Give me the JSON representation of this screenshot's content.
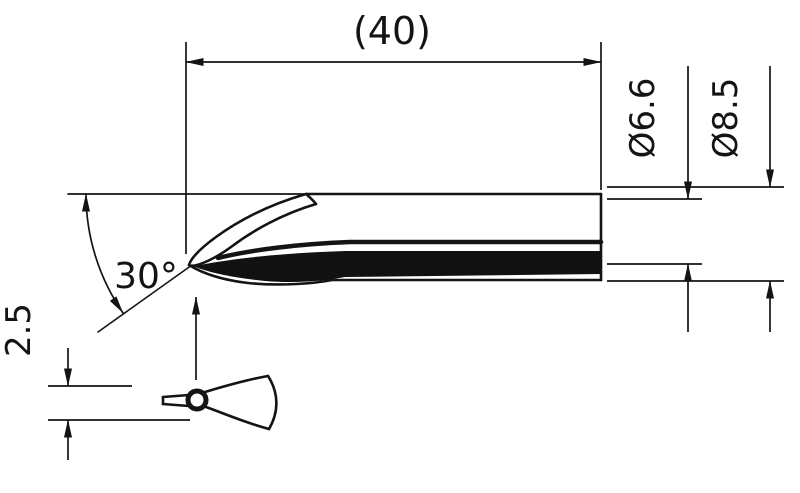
{
  "drawing": {
    "labels": {
      "length": "(40)",
      "diameter_inner": "Ø6.6",
      "diameter_outer": "Ø8.5",
      "angle": "30°",
      "thickness": "2.5"
    },
    "values": {
      "length_mm": 40,
      "diameter_inner_mm": 6.6,
      "diameter_outer_mm": 8.5,
      "angle_deg": 30,
      "thickness_mm": 2.5
    },
    "colors": {
      "line": "#141414",
      "fill_dark": "#111111",
      "background": "#ffffff"
    }
  }
}
